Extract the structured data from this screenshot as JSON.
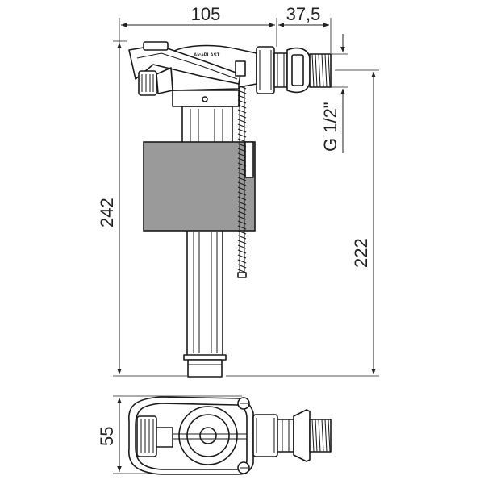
{
  "dimensions": {
    "width_body": "105",
    "width_inlet": "37,5",
    "thread": "G 1/2\"",
    "total_height": "242",
    "inlet_height": "222",
    "top_view_depth": "55"
  },
  "brand": {
    "label": "AlcaPLAST"
  },
  "colors": {
    "float": "#9a9a9a",
    "line": "#1a1a1a"
  }
}
